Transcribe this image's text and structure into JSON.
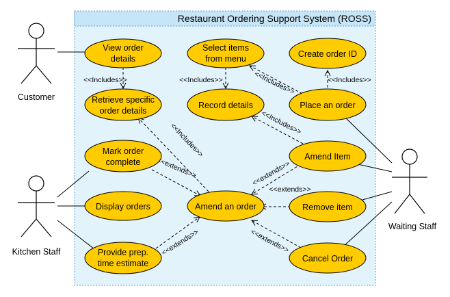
{
  "system": {
    "title": "Restaurant Ordering Support System (ROSS)"
  },
  "actors": {
    "customer": "Customer",
    "kitchen": "Kitchen Staff",
    "waiting": "Waiting Staff"
  },
  "use_cases": {
    "view_order": [
      "View order",
      "details"
    ],
    "retrieve": [
      "Retrieve specific",
      "order details"
    ],
    "mark_complete": [
      "Mark order",
      "complete"
    ],
    "display_orders": [
      "Display orders"
    ],
    "provide_prep": [
      "Provide prep.",
      "time estimate"
    ],
    "select_items": [
      "Select items",
      "from menu"
    ],
    "record_details": [
      "Record details"
    ],
    "create_order_id": [
      "Create order ID"
    ],
    "place_order": [
      "Place an order"
    ],
    "amend_item": [
      "Amend Item"
    ],
    "amend_order": [
      "Amend an order"
    ],
    "remove_item": [
      "Remove item"
    ],
    "cancel_order": [
      "Cancel Order"
    ]
  },
  "relationship_labels": {
    "includes": "<<Includes>>",
    "includes_slant": "<<Includes>>",
    "extends": "<<extends>>"
  }
}
